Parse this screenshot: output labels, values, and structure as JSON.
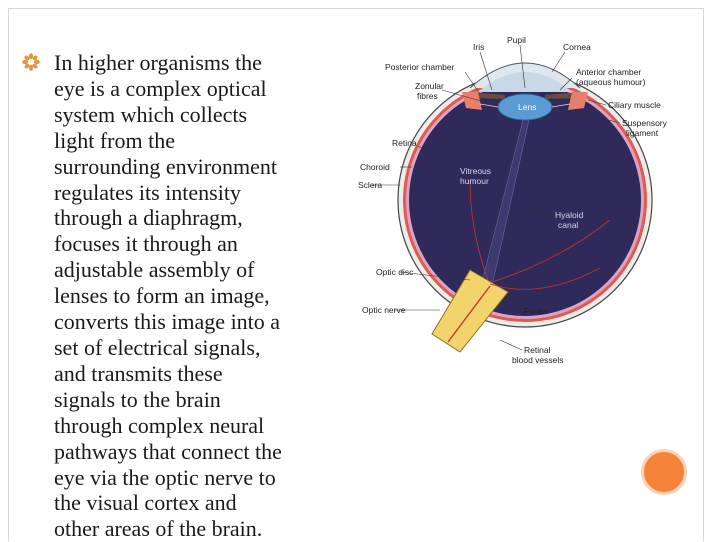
{
  "content": {
    "bullet_icon": "sun-flower-bullet-icon",
    "paragraph": " In higher organisms the\neye is a complex optical\nsystem which collects\nlight from the\nsurrounding environment\nregulates its intensity\nthrough a diaphragm,\nfocuses it through an\nadjustable assembly of\nlenses to form an image,\nconverts this image into a\nset of electrical signals,\nand transmits these\nsignals to the brain\nthrough complex neural\npathways that connect the\neye via the optic nerve to\nthe visual cortex and\nother areas of the brain."
  },
  "diagram": {
    "labels": {
      "iris": "Iris",
      "pupil": "Pupil",
      "cornea": "Cornea",
      "posterior_chamber": "Posterior chamber",
      "zonular_fibres_1": "Zonular",
      "zonular_fibres_2": "fibres",
      "anterior_chamber_1": "Anterior chamber",
      "anterior_chamber_2": "(aqueous humour)",
      "lens": "Lens",
      "ciliary_muscle": "Ciliary muscle",
      "suspensory_1": "Suspensory",
      "suspensory_2": "ligament",
      "retina": "Retina",
      "choroid": "Choroid",
      "sclera": "Sclera",
      "vitreous_1": "Vitreous",
      "vitreous_2": "humour",
      "hyaloid_1": "Hyaloid",
      "hyaloid_2": "canal",
      "optic_disc": "Optic disc",
      "optic_nerve": "Optic nerve",
      "fovea": "Fovea",
      "retinal_vessels_1": "Retinal",
      "retinal_vessels_2": "blood vessels"
    }
  },
  "colors": {
    "accent": "#f5833a",
    "eye_interior": "#2f2a5a",
    "lens": "#5b9bd5",
    "optic_nerve": "#f3d36b"
  }
}
